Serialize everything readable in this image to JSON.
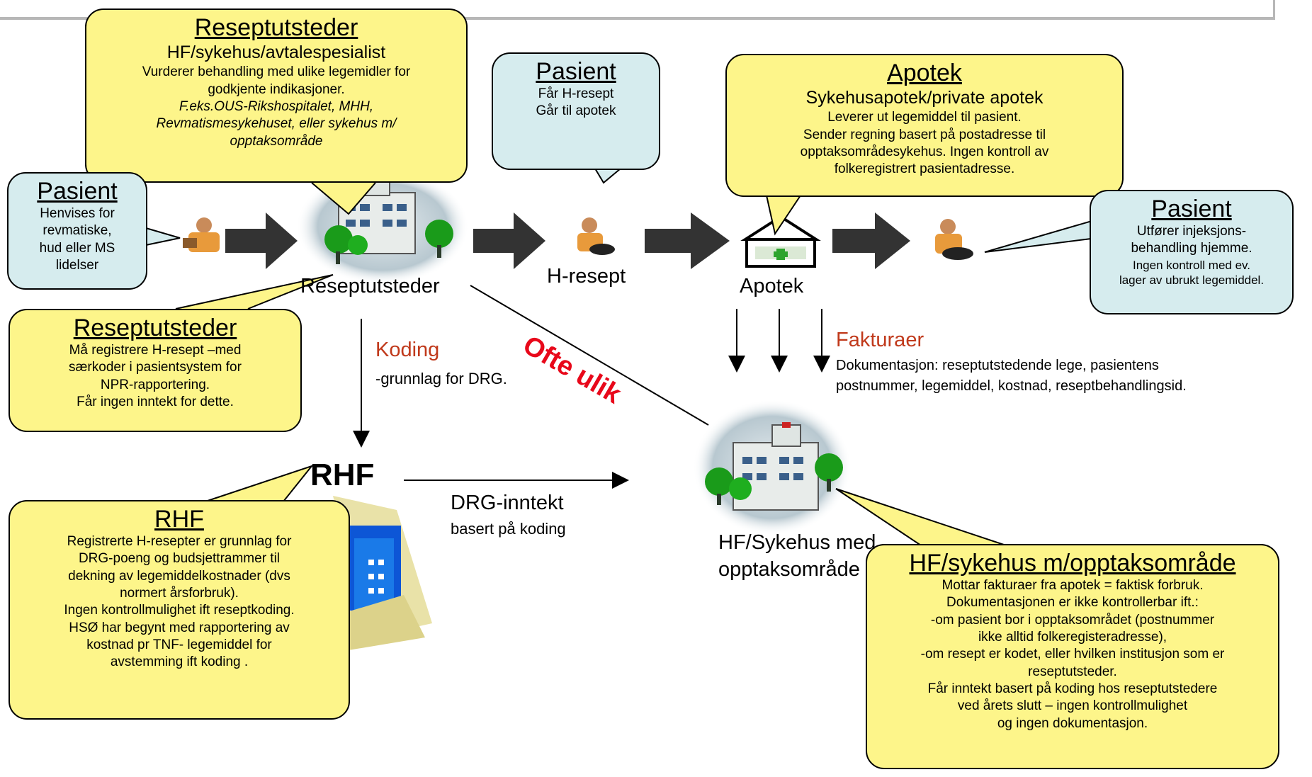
{
  "bubbles": {
    "reseptutsteder_top": {
      "title": "Reseptutsteder",
      "subtitle": "HF/sykehus/avtalespesialist",
      "lines": [
        "Vurderer behandling med ulike legemidler for",
        "godkjente indikasjoner."
      ],
      "italic_lines": [
        "F.eks.OUS-Rikshospitalet, MHH,",
        "Revmatismesykehuset, eller sykehus m/",
        "opptaksområde"
      ]
    },
    "pasient_left": {
      "title": "Pasient",
      "lines": [
        "Henvises for",
        "revmatiske,",
        "hud eller MS",
        "lidelser"
      ]
    },
    "pasient_mid": {
      "title": "Pasient",
      "lines": [
        "Får H-resept",
        "Går til apotek"
      ]
    },
    "apotek": {
      "title": "Apotek",
      "subtitle": "Sykehusapotek/private apotek",
      "lines": [
        "Leverer ut legemiddel til pasient.",
        "Sender regning basert på postadresse til",
        "opptaksområdesykehus. Ingen kontroll av",
        "folkeregistrert pasientadresse."
      ]
    },
    "pasient_right": {
      "title": "Pasient",
      "lines": [
        "Utfører injeksjons-",
        "behandling hjemme."
      ],
      "small_lines": [
        "Ingen kontroll med ev.",
        "lager av ubrukt legemiddel."
      ]
    },
    "reseptutsteder_bottom": {
      "title": "Reseptutsteder",
      "lines": [
        "Må registrere H-resept –med",
        "særkoder i pasientsystem for",
        "NPR-rapportering.",
        "Får ingen inntekt for dette."
      ]
    },
    "rhf": {
      "title": "RHF",
      "lines": [
        "Registrerte H-resepter er grunnlag for",
        "DRG-poeng og budsjettrammer til",
        "dekning av legemiddelkostnader (dvs",
        "normert årsforbruk).",
        "Ingen kontrollmulighet ift reseptkoding.",
        "HSØ har begynt med rapportering av",
        "kostnad pr TNF- legemiddel for",
        "avstemming ift koding ."
      ]
    },
    "hf_sykehus": {
      "title": "HF/sykehus m/opptaksområde",
      "lines": [
        "Mottar fakturaer fra apotek = faktisk forbruk.",
        "Dokumentasjonen er ikke kontrollerbar ift.:",
        "-om pasient bor i opptaksområdet (postnummer",
        "ikke alltid folkeregisteradresse),",
        "-om resept er kodet, eller hvilken institusjon som er",
        "reseptutsteder.",
        "Får inntekt basert på koding hos reseptutstedere",
        "ved årets slutt – ingen kontrollmulighet",
        "og ingen dokumentasjon."
      ]
    }
  },
  "labels": {
    "reseptutsteder": "Reseptutsteder",
    "h_resept": "H-resept",
    "apotek": "Apotek",
    "koding": "Koding",
    "koding_sub": "-grunnlag for DRG.",
    "ofte_ulik": "Ofte ulik",
    "fakturaer": "Fakturaer",
    "fakturaer_doc_1": "Dokumentasjon: reseptutstedende lege, pasientens",
    "fakturaer_doc_2": "postnummer, legemiddel, kostnad, reseptbehandlingsid.",
    "rhf": "RHF",
    "drg_inntekt": "DRG-inntekt",
    "drg_sub": "basert på koding",
    "hf_line1": "HF/Sykehus med",
    "hf_line2": "opptaksområde"
  },
  "colors": {
    "bubble_yellow": "#fdf58a",
    "bubble_blue": "#d6ecee",
    "accent_red": "#c0391b",
    "ofte_ulik_red": "#e8081a"
  }
}
